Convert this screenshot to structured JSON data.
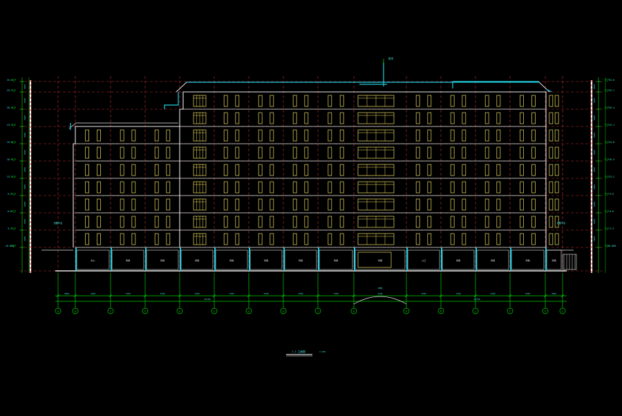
{
  "colors": {
    "background": "#000000",
    "grid_red": "#c83232",
    "level_red": "#ff3030",
    "facade_white": "#e8e8e8",
    "window_yellow": "#f0e060",
    "axis_green": "#00d000",
    "accent_cyan": "#20d0e0",
    "label_cyan": "#40e0e0"
  },
  "drawing": {
    "title": "1-1 立面图",
    "scale": "1:100",
    "top_mark": "屋顶",
    "center_mark": "中线",
    "left_annot": "设备平台",
    "right_annot": "设备平台",
    "total_dim": "46700",
    "axes": [
      "A",
      "B",
      "C",
      "D",
      "E",
      "F",
      "G",
      "H",
      "J",
      "K",
      "M",
      "N",
      "L",
      "P",
      "R",
      "S"
    ],
    "bay_dims": [
      "3000",
      "3300",
      "7200",
      "3300",
      "3300",
      "7200",
      "3300",
      "3300",
      "7200",
      "3300",
      "3300",
      "7200",
      "3300",
      "3300",
      "3000"
    ],
    "shop_labels": [
      "办公",
      "商铺",
      "商铺",
      "商铺",
      "商铺",
      "商铺",
      "商铺",
      "商铺",
      "商铺",
      "入口",
      "商铺",
      "商铺",
      "商铺",
      "商铺"
    ],
    "left_elevations": [
      "33.0",
      "29.7",
      "26.4",
      "23.1",
      "19.8",
      "16.5",
      "13.2",
      "9.9",
      "6.6",
      "3.3",
      "±0.000"
    ],
    "right_elevations": [
      "33.0",
      "29.7",
      "26.4",
      "23.1",
      "19.8",
      "16.5",
      "13.2",
      "9.9",
      "6.6",
      "3.3",
      "±0.000"
    ],
    "left_heights": [
      "3300",
      "3300",
      "3300",
      "3300",
      "3300",
      "3300",
      "3300",
      "3300",
      "3300",
      "3300"
    ],
    "right_heights": [
      "3300",
      "3300",
      "3300",
      "3300",
      "3300",
      "3300",
      "3300",
      "3300",
      "3300",
      "3300"
    ]
  }
}
